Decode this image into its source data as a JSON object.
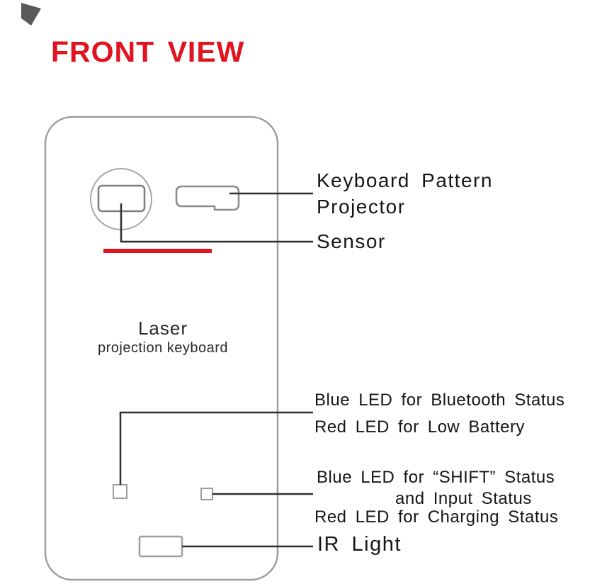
{
  "title": "FRONT VIEW",
  "device": {
    "label_line1": "Laser",
    "label_line2": "projection keyboard"
  },
  "callouts": {
    "projector_line1": "Keyboard Pattern",
    "projector_line2": "Projector",
    "sensor": "Sensor",
    "bt_led_line1": "Blue LED for Bluetooth Status",
    "bt_led_line2": "Red LED for Low Battery",
    "shift_led_line1": "Blue LED for “SHIFT” Status",
    "shift_led_line2": "and Input Status",
    "shift_led_line3": "Red LED for Charging Status",
    "ir_light": "IR Light"
  },
  "colors": {
    "accent_red": "#e0131e",
    "device_outline": "#9e9e9e",
    "callout_line": "#2f2f2f",
    "label_text": "#161616"
  }
}
